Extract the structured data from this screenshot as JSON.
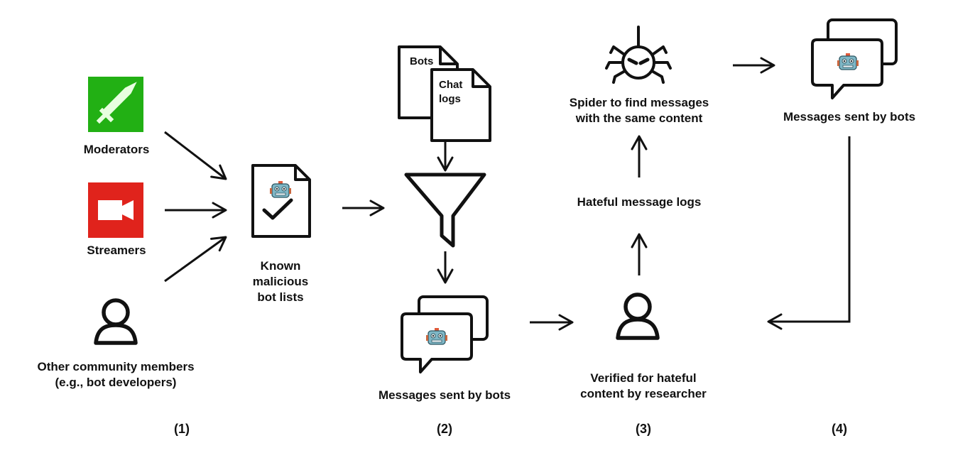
{
  "sources": {
    "moderators": "Moderators",
    "streamers": "Streamers",
    "other_line1": "Other community members",
    "other_line2": "(e.g., bot developers)"
  },
  "known_list": {
    "line1": "Known",
    "line2": "malicious",
    "line3": "bot lists"
  },
  "documents": {
    "bots": "Bots",
    "chat_line1": "Chat",
    "chat_line2": "logs"
  },
  "messages_bottom": "Messages sent by bots",
  "verified": {
    "line1": "Verified for hateful",
    "line2": "content by researcher"
  },
  "hateful_logs": "Hateful message logs",
  "spider": {
    "line1": "Spider to find messages",
    "line2": "with the same content"
  },
  "messages_top": "Messages sent by bots",
  "steps": [
    "(1)",
    "(2)",
    "(3)",
    "(4)"
  ],
  "colors": {
    "moderator_green": "#22b014",
    "streamer_red": "#e0231c",
    "robot_teal": "#7fb7c6",
    "ink": "#111111"
  },
  "icons": [
    "sword-icon",
    "video-camera-icon",
    "person-icon",
    "robot-icon",
    "check-icon",
    "document-icon",
    "funnel-icon",
    "chat-bubbles-icon",
    "spider-icon"
  ]
}
